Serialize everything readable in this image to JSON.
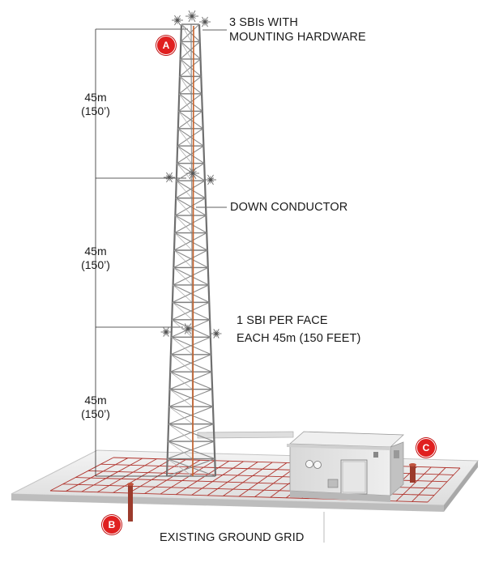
{
  "labels": {
    "top_l1": "3 SBIs WITH",
    "top_l2": "MOUNTING HARDWARE",
    "down_conductor": "DOWN CONDUCTOR",
    "sbi_l1": "1 SBI PER FACE",
    "sbi_l2": "EACH 45m (150 FEET)",
    "ground": "EXISTING GROUND GRID"
  },
  "dimensions": [
    {
      "metric": "45m",
      "imperial": "(150’)"
    },
    {
      "metric": "45m",
      "imperial": "(150’)"
    },
    {
      "metric": "45m",
      "imperial": "(150’)"
    }
  ],
  "markers": {
    "a": "A",
    "b": "B",
    "c": "C"
  },
  "colors": {
    "marker": "#e02020",
    "grid": "#b0332c",
    "conductor": "#c9622a"
  }
}
